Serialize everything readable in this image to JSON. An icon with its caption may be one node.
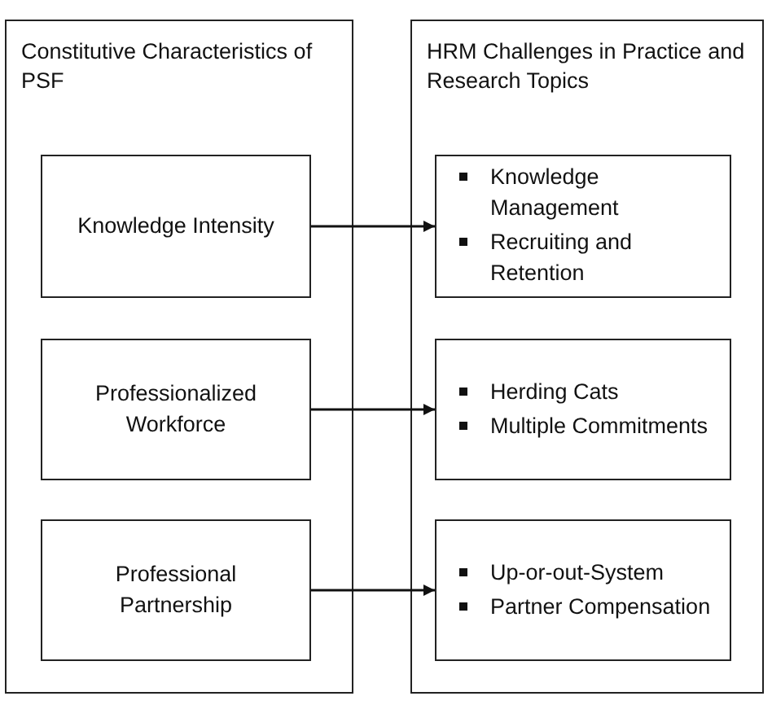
{
  "diagram": {
    "nodes": [
      {
        "text": [
          "Constitutive Characteristics of PSF"
        ]
      },
      {
        "text": [
          "Knowledge Intensity"
        ],
        "in": 0
      },
      {
        "text": [
          "Professionalized Workforce"
        ],
        "in": 0
      },
      {
        "text": [
          "Professional Partnership"
        ],
        "in": 0
      },
      {
        "text": [
          "HRM Challenges in Practice and Research Topics"
        ]
      },
      {
        "text": [
          "Knowledge Management",
          "Recruiting and Retention"
        ],
        "in": 4
      },
      {
        "text": [
          "Herding Cats",
          "Multiple Commitments"
        ],
        "in": 4
      },
      {
        "text": [
          "Up-or-out-System",
          "Partner Compensation"
        ],
        "in": 4
      }
    ],
    "edges": [
      {
        "from": 1,
        "to": 5,
        "arrow": "to"
      },
      {
        "from": 2,
        "to": 6,
        "arrow": "to"
      },
      {
        "from": 3,
        "to": 7,
        "arrow": "to"
      }
    ]
  }
}
